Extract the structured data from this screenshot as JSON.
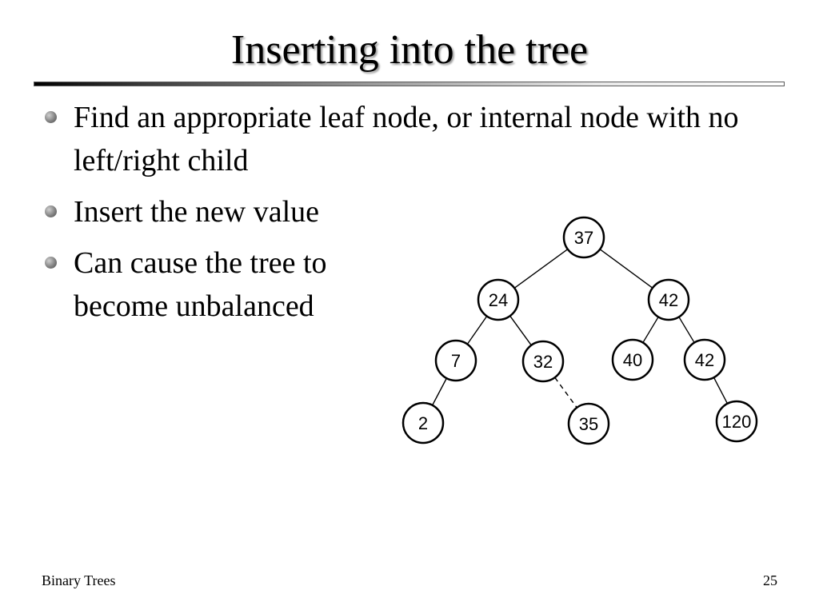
{
  "slide": {
    "title": "Inserting into the tree",
    "bullets": [
      "Find an appropriate leaf node, or internal node with no left/right child",
      "Insert the new value",
      "Can cause the tree to become unbalanced"
    ]
  },
  "tree": {
    "nodes": [
      {
        "id": "n37",
        "label": "37"
      },
      {
        "id": "n24",
        "label": "24"
      },
      {
        "id": "n42a",
        "label": "42"
      },
      {
        "id": "n7",
        "label": "7"
      },
      {
        "id": "n32",
        "label": "32"
      },
      {
        "id": "n40",
        "label": "40"
      },
      {
        "id": "n42b",
        "label": "42"
      },
      {
        "id": "n2",
        "label": "2"
      },
      {
        "id": "n35",
        "label": "35"
      },
      {
        "id": "n120",
        "label": "120"
      }
    ],
    "edges": [
      {
        "from": "n37",
        "to": "n24",
        "style": "solid"
      },
      {
        "from": "n37",
        "to": "n42a",
        "style": "solid"
      },
      {
        "from": "n24",
        "to": "n7",
        "style": "solid"
      },
      {
        "from": "n24",
        "to": "n32",
        "style": "solid"
      },
      {
        "from": "n42a",
        "to": "n40",
        "style": "solid"
      },
      {
        "from": "n42a",
        "to": "n42b",
        "style": "solid"
      },
      {
        "from": "n7",
        "to": "n2",
        "style": "solid"
      },
      {
        "from": "n32",
        "to": "n35",
        "style": "dashed"
      },
      {
        "from": "n42b",
        "to": "n120",
        "style": "solid"
      }
    ]
  },
  "footer": {
    "left": "Binary Trees",
    "page_number": "25"
  }
}
